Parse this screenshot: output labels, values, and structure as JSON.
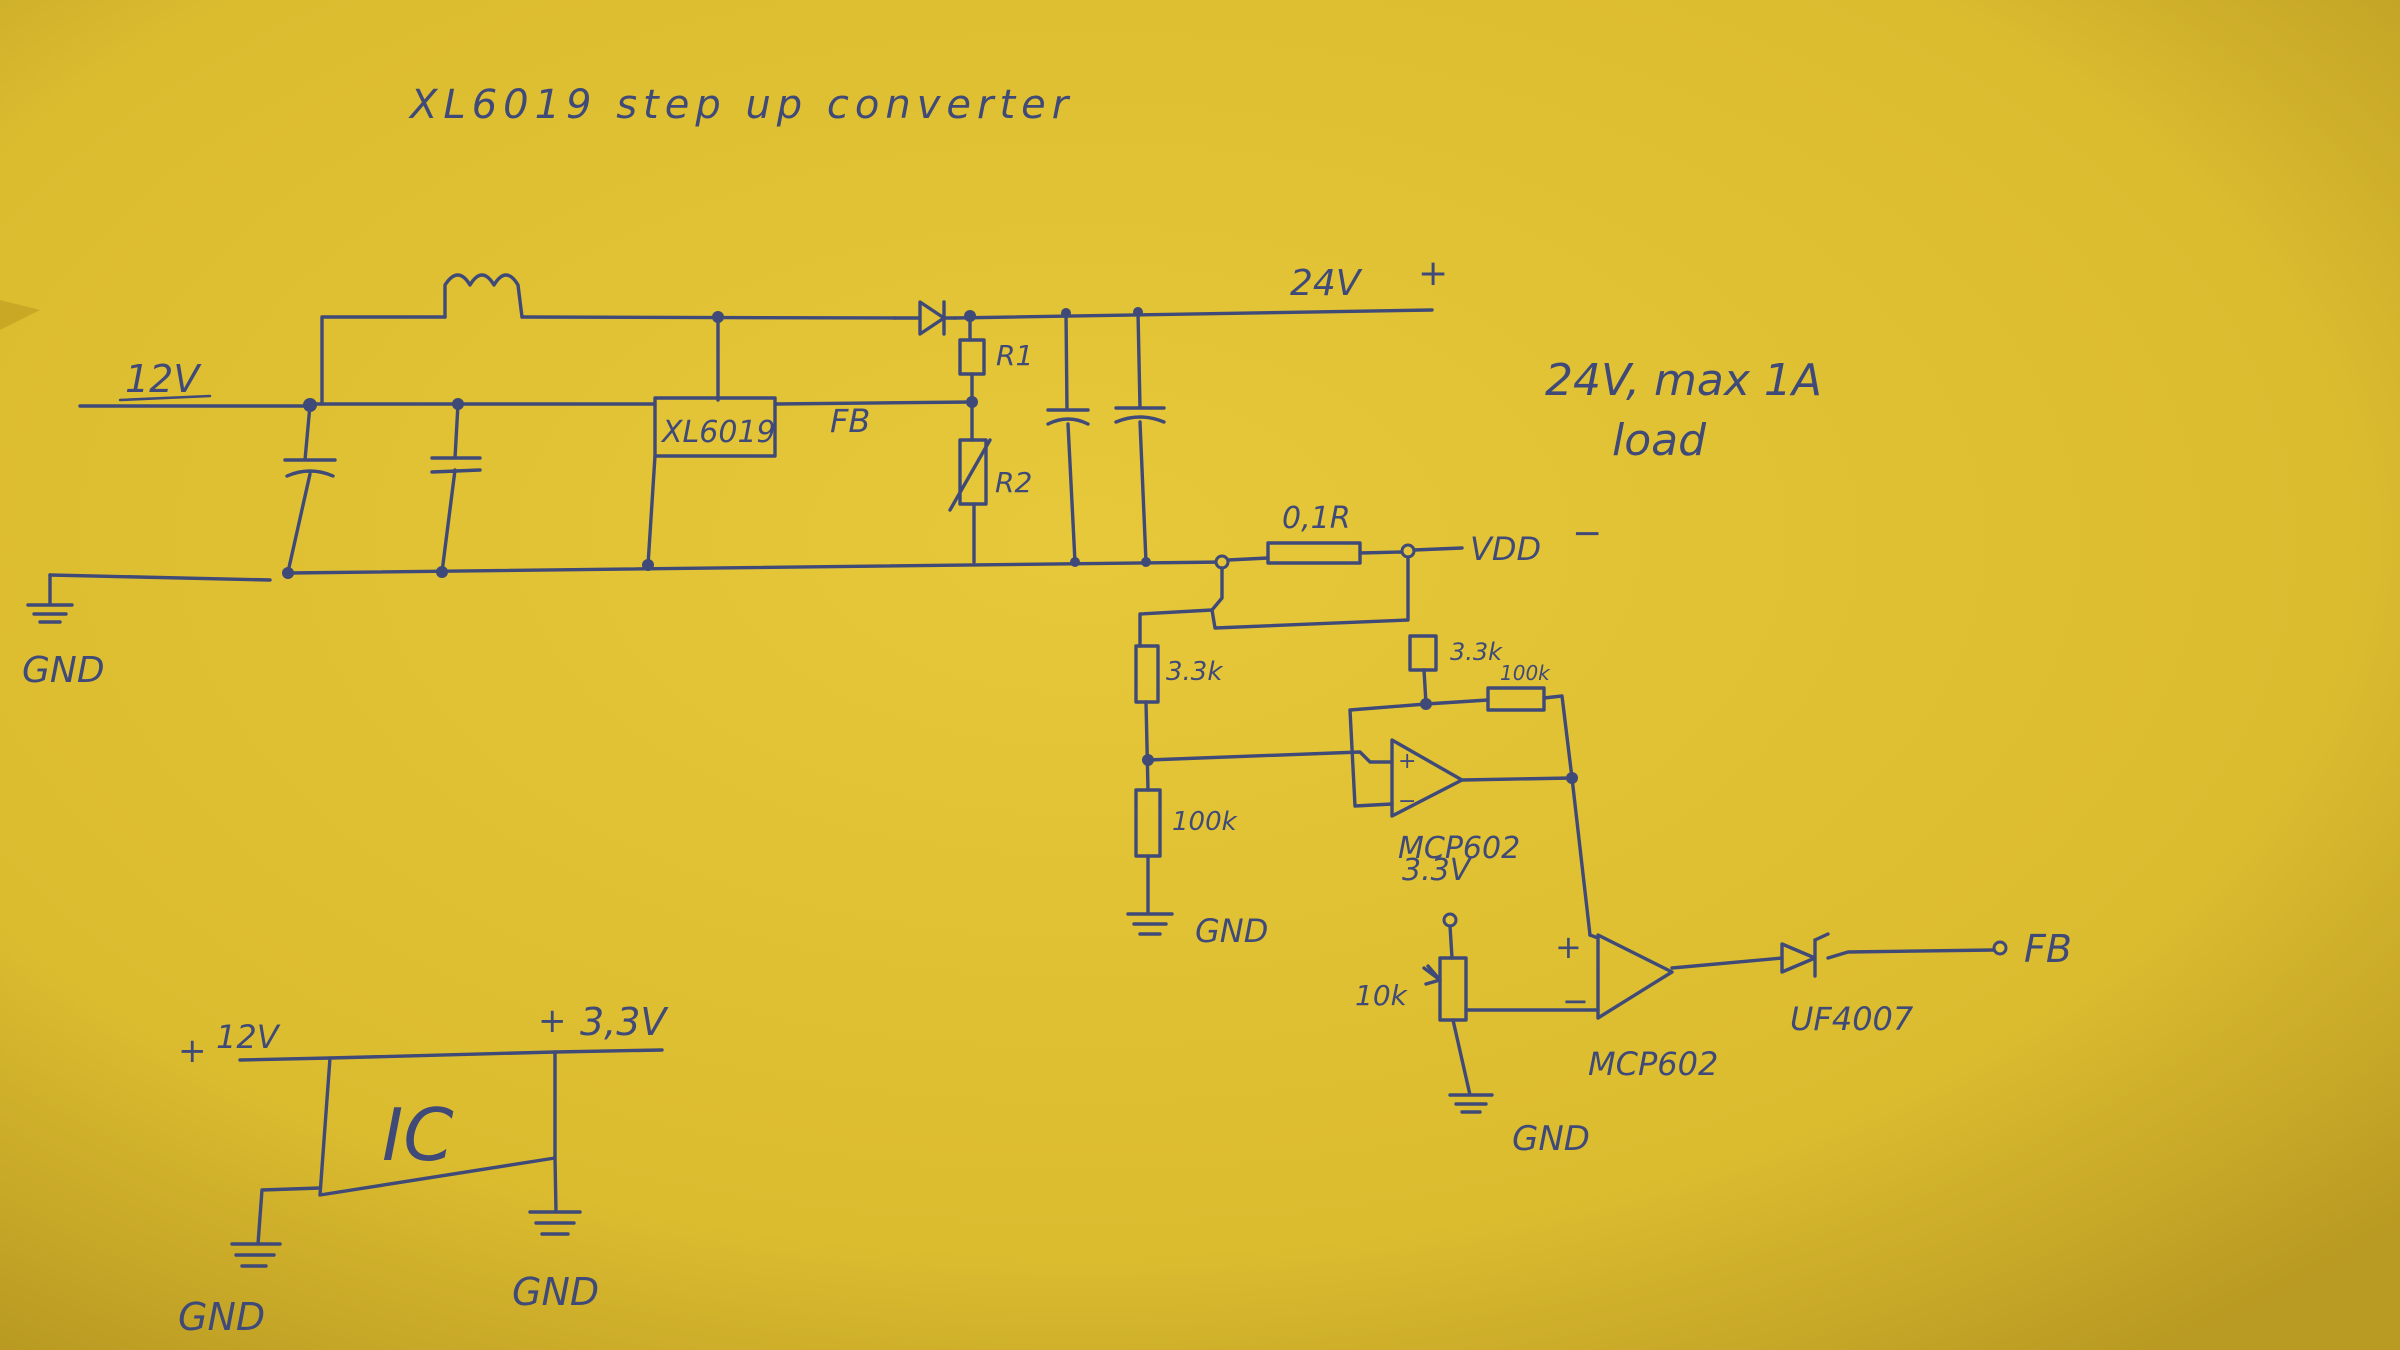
{
  "title": "XL6019 step up converter",
  "colors": {
    "paper": "#d9b92e",
    "ink": "#3f4a78"
  },
  "boost": {
    "input_label": "12V",
    "gnd_label": "GND",
    "ic_label": "XL6019",
    "fb_label": "FB",
    "r1_label": "R1",
    "r2_label": "R2",
    "output_label": "24V",
    "plus_sign": "+",
    "note_line1": "24V, max 1A",
    "note_line2": "load"
  },
  "sense": {
    "shunt_label": "0,1R",
    "vdd_label": "VDD",
    "minus_sign": "−",
    "r_left_top": "3.3k",
    "r_left_bottom": "100k",
    "r_right_top": "3.3k",
    "r_feedback": "100k",
    "gnd_label": "GND"
  },
  "opamp1": {
    "label": "MCP602",
    "plus": "+",
    "minus": "−"
  },
  "opamp2": {
    "label": "MCP602",
    "ref_label": "3.3V",
    "pot_label": "10k",
    "gnd_label": "GND",
    "plus": "+",
    "minus": "−"
  },
  "diode_out": {
    "label": "UF4007",
    "fb_label": "FB"
  },
  "regulator": {
    "in_label": "12V",
    "in_plus": "+",
    "out_label": "3,3V",
    "out_plus": "+",
    "ic_label": "IC",
    "gnd_left": "GND",
    "gnd_right": "GND"
  }
}
